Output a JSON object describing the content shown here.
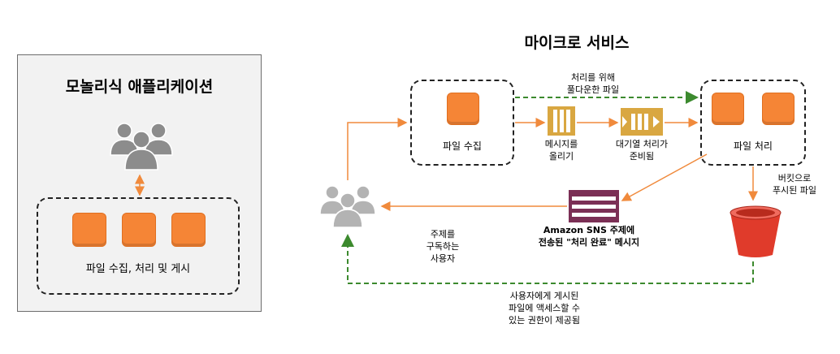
{
  "monolith": {
    "title": "모놀리식 애플리케이션",
    "caption": "파일 수집, 처리 및 게시"
  },
  "microservices": {
    "title": "마이크로 서비스",
    "ingest_label": "파일 수집",
    "process_label": "파일 처리",
    "bulky_line1": "처리를 위해",
    "bulky_line2": "풀다운한 파일",
    "post_msg_line1": "메시지를",
    "post_msg_line2": "올리기",
    "queue_line1": "대기열 처리가",
    "queue_line2": "준비됨",
    "bucket_line1": "버킷으로",
    "bucket_line2": "푸시된 파일",
    "sns_line1": "Amazon SNS 주제에",
    "sns_line2": "전송된 \"처리 완료\" 메시지",
    "subscribe_line1": "주제를",
    "subscribe_line2": "구독하는",
    "subscribe_line3": "사용자",
    "access_line1": "사용자에게 게시된",
    "access_line2": "파일에 액세스할 수",
    "access_line3": "있는 권한이 제공됨"
  },
  "icons": {
    "users": "users-group-icon",
    "cube": "compute-cube-icon",
    "queue": "sqs-queue-icon",
    "sns": "sns-topic-icon",
    "bucket": "s3-bucket-icon"
  },
  "colors": {
    "orange": "#f58536",
    "arrow_orange": "#f08a3c",
    "green_dash": "#3c8a2e",
    "users_gray": "#8c8c8c",
    "queue_gold": "#d9a741",
    "sns_purple": "#7b2f55",
    "bucket_red": "#e03b2b"
  }
}
